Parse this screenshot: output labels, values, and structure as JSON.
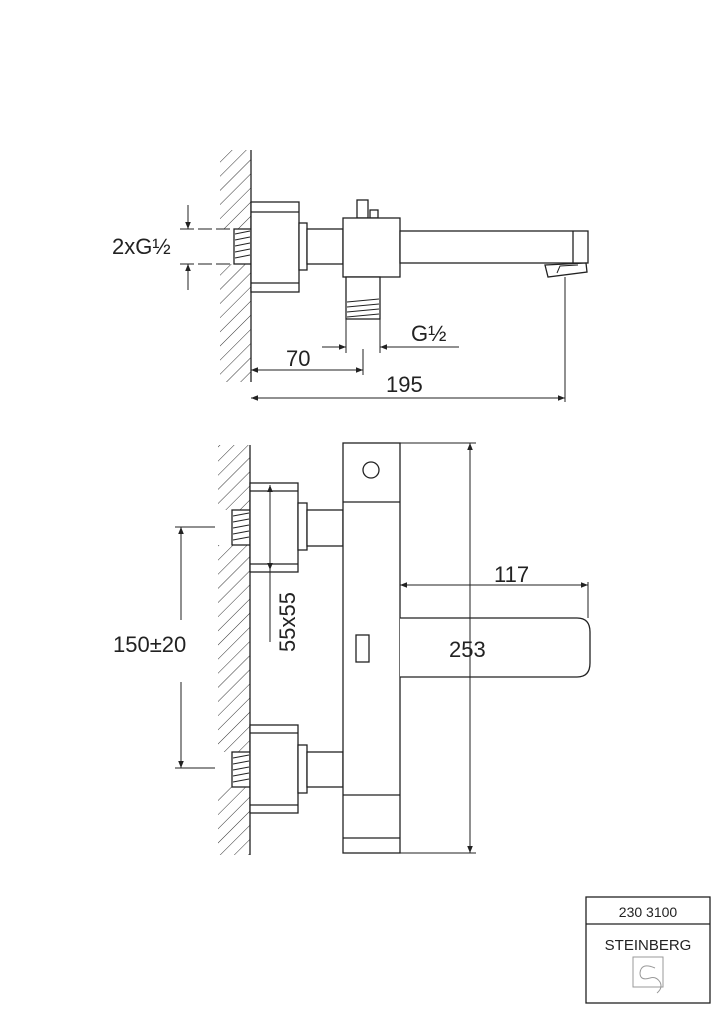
{
  "drawing": {
    "top_view": {
      "inlet_label": "2xG½",
      "outlet_label": "G½",
      "dim_outlet_offset": "70",
      "dim_total_length": "195"
    },
    "front_view": {
      "dim_centers": "150±20",
      "dim_flange": "55x55",
      "dim_spout": "117",
      "dim_height": "253"
    },
    "title_block": {
      "article_number": "230 3100",
      "brand": "STEINBERG"
    }
  }
}
